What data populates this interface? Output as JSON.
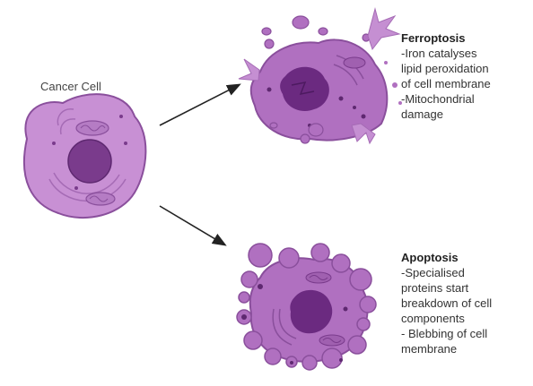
{
  "cancer_cell": {
    "label": "Cancer Cell"
  },
  "ferroptosis": {
    "title": "Ferroptosis",
    "lines": [
      "-Iron catalyses",
      "lipid peroxidation",
      "of cell membrane",
      "-Mitochondrial",
      "damage"
    ]
  },
  "apoptosis": {
    "title": "Apoptosis",
    "lines": [
      "-Specialised",
      "proteins start",
      "breakdown of cell",
      "components",
      "- Blebbing of cell",
      "membrane"
    ]
  },
  "colors": {
    "cell_fill": "#c890d4",
    "cell_stroke": "#8a4f9c",
    "nucleus": "#7a3b8c",
    "dead_cell_fill": "#b070c0",
    "arrow": "#222222"
  }
}
